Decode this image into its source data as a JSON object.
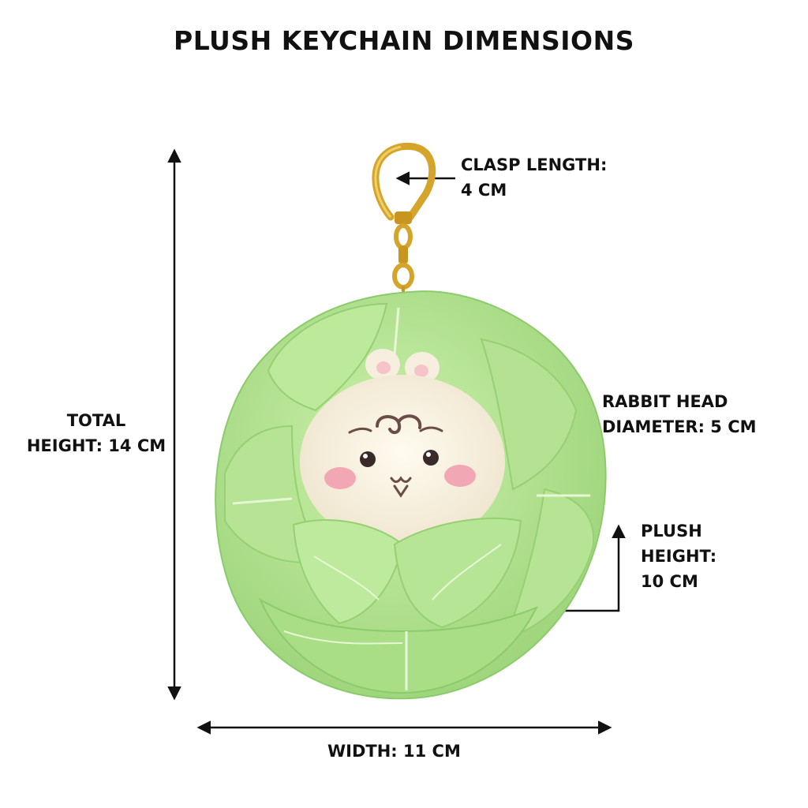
{
  "title": "PLUSH KEYCHAIN DIMENSIONS",
  "labels": {
    "total_height": [
      "TOTAL",
      "HEIGHT: 14 CM"
    ],
    "clasp_length": [
      "CLASP LENGTH:",
      "4 CM"
    ],
    "rabbit_head": [
      "RABBIT HEAD",
      "DIAMETER: 5 CM"
    ],
    "plush_height": [
      "PLUSH",
      "HEIGHT:",
      "10 CM"
    ],
    "width": "WIDTH: 11 CM"
  },
  "colors": {
    "leaf_light": "#c5eea4",
    "leaf_mid": "#a9dd86",
    "leaf_shadow": "#8ccb6b",
    "rabbit_fur": "#f7f1e2",
    "cheek": "#f2a7b5",
    "gold": "#d4a52a",
    "arrow": "#111111"
  }
}
